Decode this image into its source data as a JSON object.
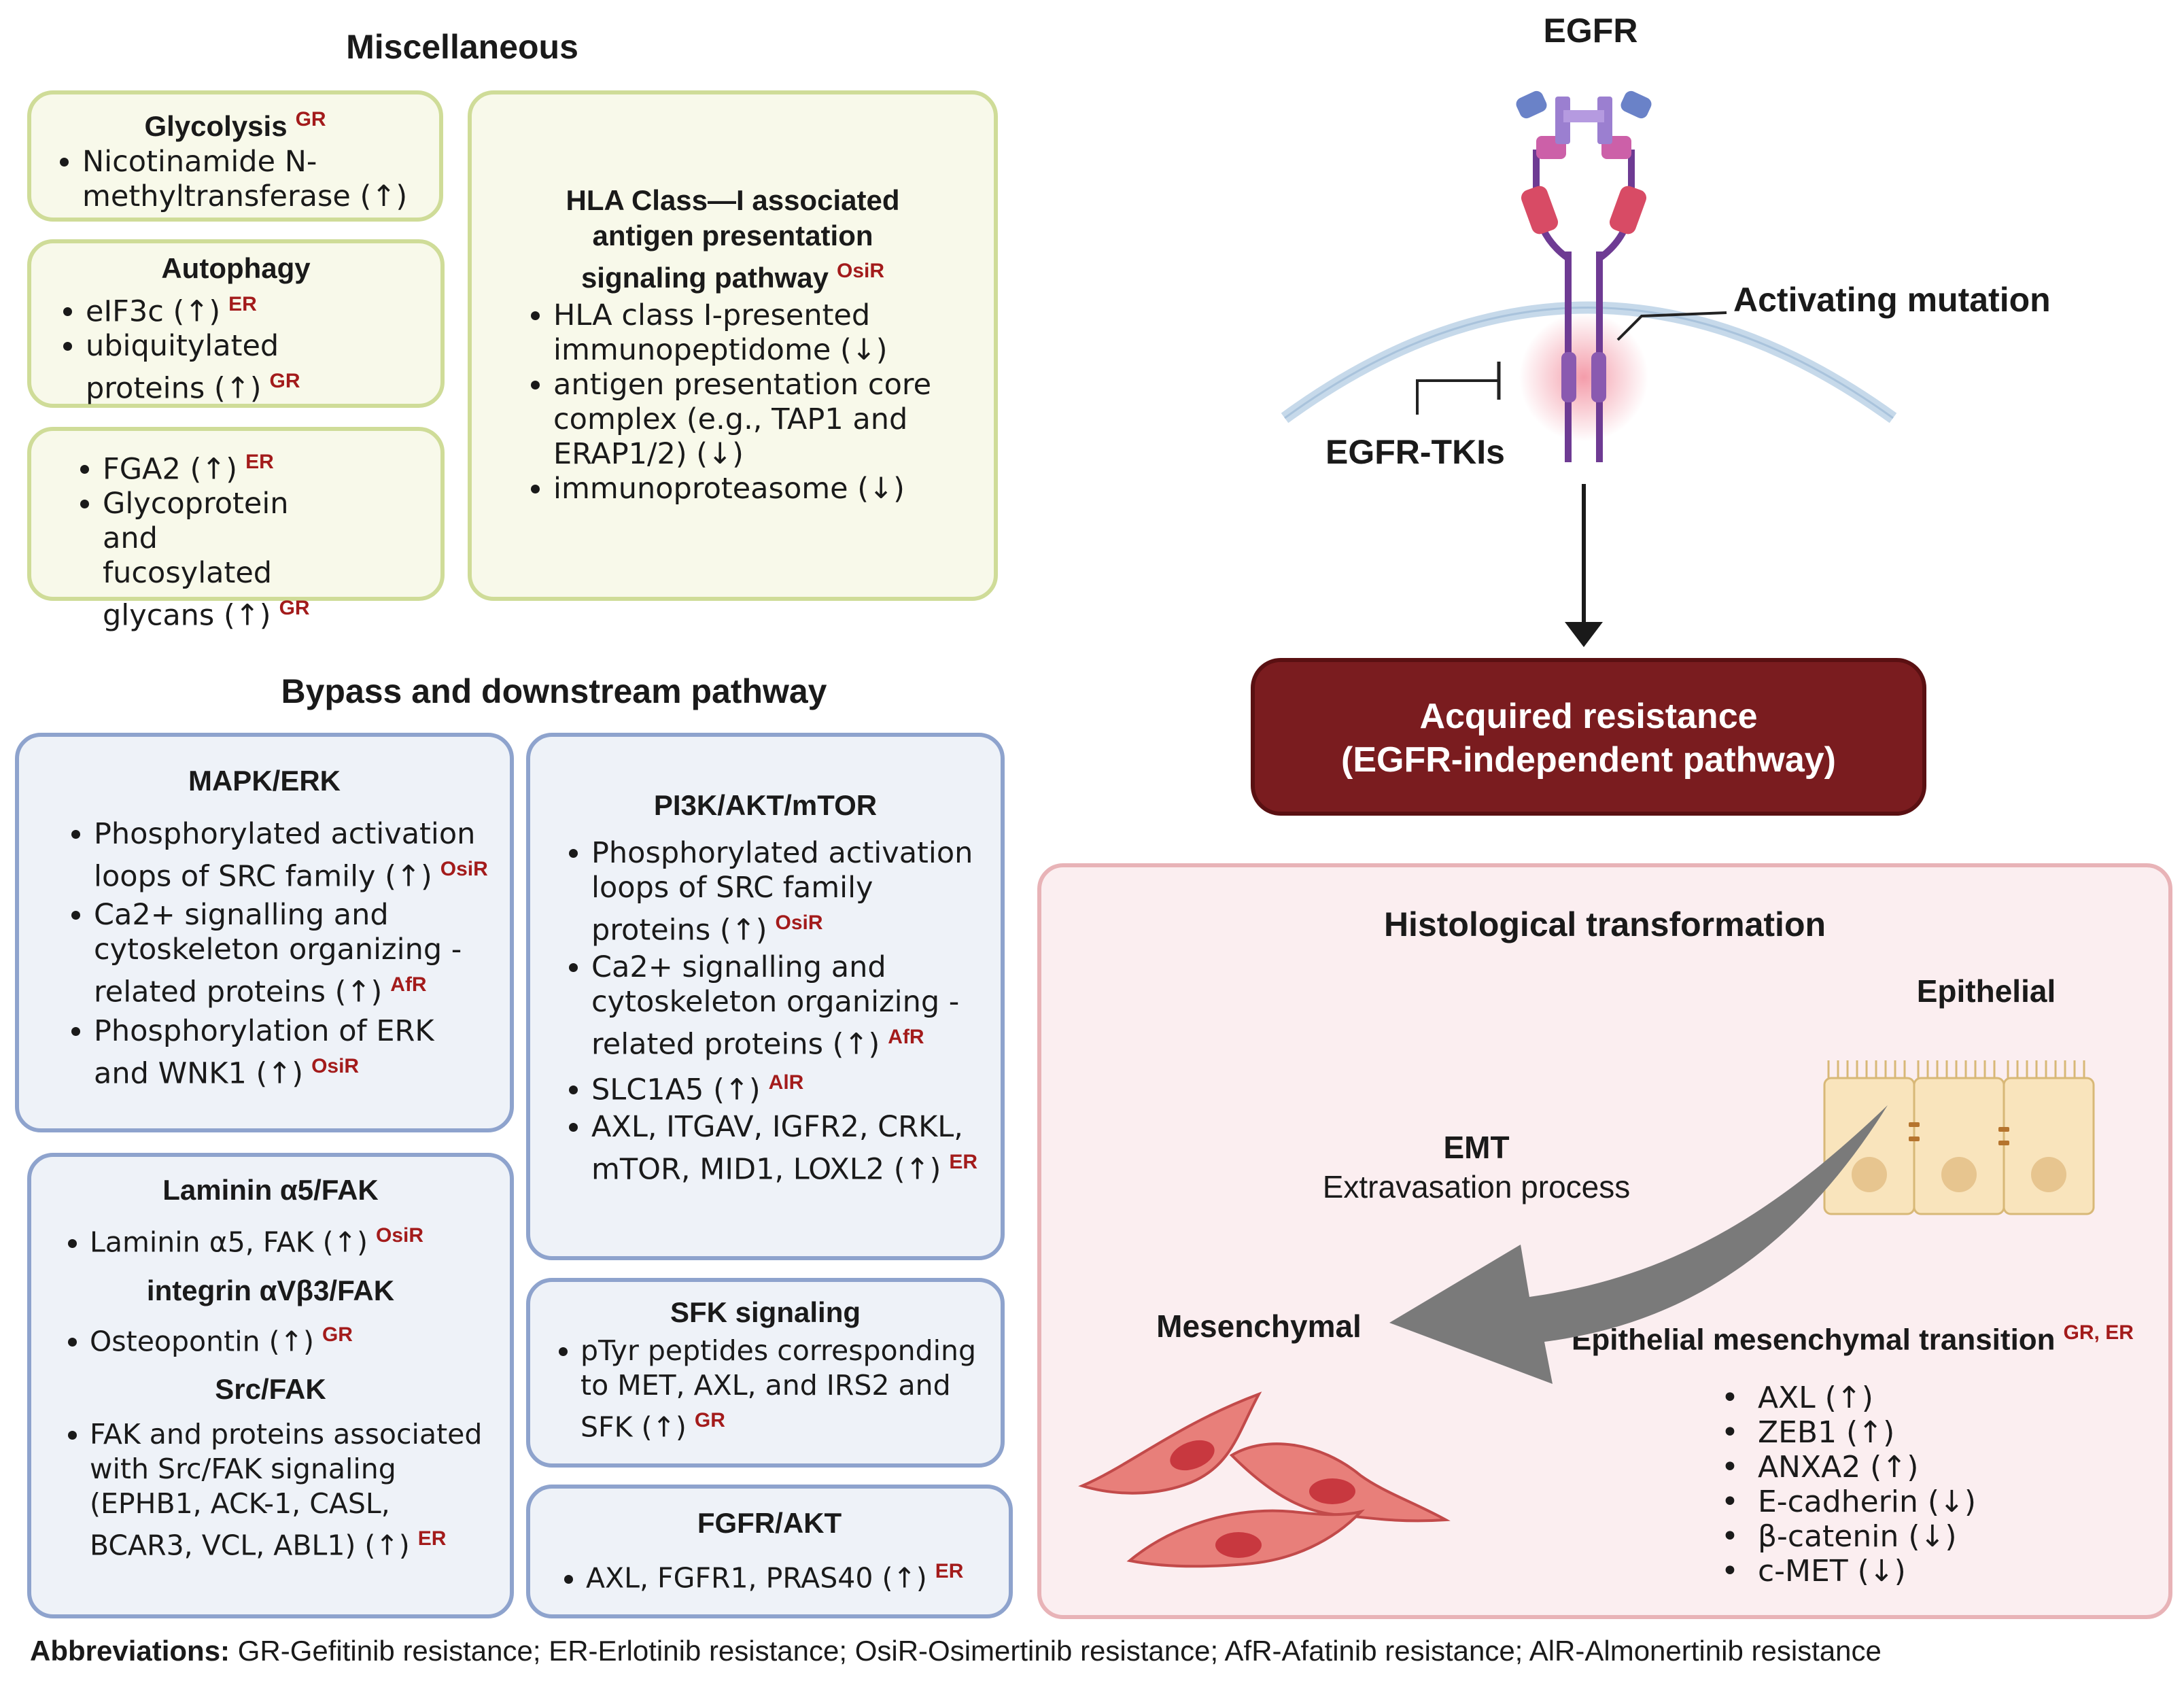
{
  "misc": {
    "title": "Miscellaneous",
    "glycolysis": {
      "title": "Glycolysis",
      "tag": "GR",
      "items": [
        {
          "text": "Nicotinamide N-methyltransferase (↑)",
          "tag": ""
        }
      ]
    },
    "autophagy": {
      "title": "Autophagy",
      "items": [
        {
          "text": "eIF3c (↑)",
          "tag": "ER"
        },
        {
          "text": "ubiquitylated proteins (↑)",
          "tag": "GR"
        }
      ]
    },
    "fga": {
      "items": [
        {
          "text": "FGA2 (↑)",
          "tag": "ER"
        },
        {
          "text": "Glycoprotein and fucosylated glycans (↑)",
          "tag": "GR"
        }
      ]
    },
    "hla": {
      "title": "HLA Class—I associated antigen presentation signaling pathway",
      "tag": "OsiR",
      "items": [
        {
          "text": "HLA class I-presented immunopeptidome (↓)",
          "tag": ""
        },
        {
          "text": "antigen presentation core complex (e.g., TAP1 and ERAP1/2) (↓)",
          "tag": ""
        },
        {
          "text": "immunoproteasome (↓)",
          "tag": ""
        }
      ]
    }
  },
  "bypass": {
    "title": "Bypass and downstream pathway",
    "mapk": {
      "title": "MAPK/ERK",
      "items": [
        {
          "text": "Phosphorylated activation loops of SRC family (↑)",
          "tag": "OsiR"
        },
        {
          "text": "Ca2+ signalling and cytoskeleton organizing -related proteins (↑)",
          "tag": "AfR"
        },
        {
          "text": "Phosphorylation of ERK and WNK1 (↑)",
          "tag": "OsiR"
        }
      ]
    },
    "pi3k": {
      "title": "PI3K/AKT/mTOR",
      "items": [
        {
          "text": "Phosphorylated activation loops of SRC family proteins (↑)",
          "tag": "OsiR"
        },
        {
          "text": "Ca2+ signalling and cytoskeleton organizing -related proteins (↑)",
          "tag": "AfR"
        },
        {
          "text": "SLC1A5 (↑)",
          "tag": "AlR"
        },
        {
          "text": "AXL, ITGAV, IGFR2, CRKL, mTOR, MID1, LOXL2 (↑)",
          "tag": "ER"
        }
      ]
    },
    "laminin": {
      "title": "Laminin α5/FAK",
      "items": [
        {
          "text": "Laminin α5, FAK (↑)",
          "tag": "OsiR"
        }
      ]
    },
    "integrin": {
      "title": "integrin αVβ3/FAK",
      "items": [
        {
          "text": "Osteopontin (↑)",
          "tag": "GR"
        }
      ]
    },
    "src": {
      "title": "Src/FAK",
      "items": [
        {
          "text": "FAK and proteins associated with Src/FAK signaling (EPHB1, ACK-1, CASL, BCAR3, VCL, ABL1) (↑)",
          "tag": "ER"
        }
      ]
    },
    "sfk": {
      "title": "SFK signaling",
      "items": [
        {
          "text": "pTyr peptides corresponding to MET, AXL, and IRS2 and SFK (↑)",
          "tag": "GR"
        }
      ]
    },
    "fgfr": {
      "title": "FGFR/AKT",
      "items": [
        {
          "text": "AXL, FGFR1, PRAS40 (↑)",
          "tag": "ER"
        }
      ]
    }
  },
  "egfr": {
    "title": "EGFR",
    "mutation_label": "Activating mutation",
    "tki_label": "EGFR-TKIs",
    "resistance_line1": "Acquired resistance",
    "resistance_line2": "(EGFR-independent pathway)"
  },
  "histo": {
    "title": "Histological transformation",
    "epithelial": "Epithelial",
    "emt": "EMT",
    "extravasation": "Extravasation process",
    "mesenchymal": "Mesenchymal",
    "emt_title": "Epithelial mesenchymal transition",
    "emt_tag": "GR, ER",
    "emt_items": [
      "AXL (↑)",
      "ZEB1 (↑)",
      "ANXA2 (↑)",
      "E-cadherin (↓)",
      "β-catenin (↓)",
      "c-MET (↓)"
    ]
  },
  "abbrev": {
    "label": "Abbreviations:",
    "text": "GR-Gefitinib resistance; ER-Erlotinib resistance; OsiR-Osimertinib resistance; AfR-Afatinib resistance; AlR-Almonertinib resistance"
  },
  "colors": {
    "green_border": "#cfdc98",
    "blue_border": "#8ea3cd",
    "tag_red": "#a31b1b",
    "resistance_fill": "#7a1c1f",
    "receptor_purple": "#6e3b93"
  }
}
